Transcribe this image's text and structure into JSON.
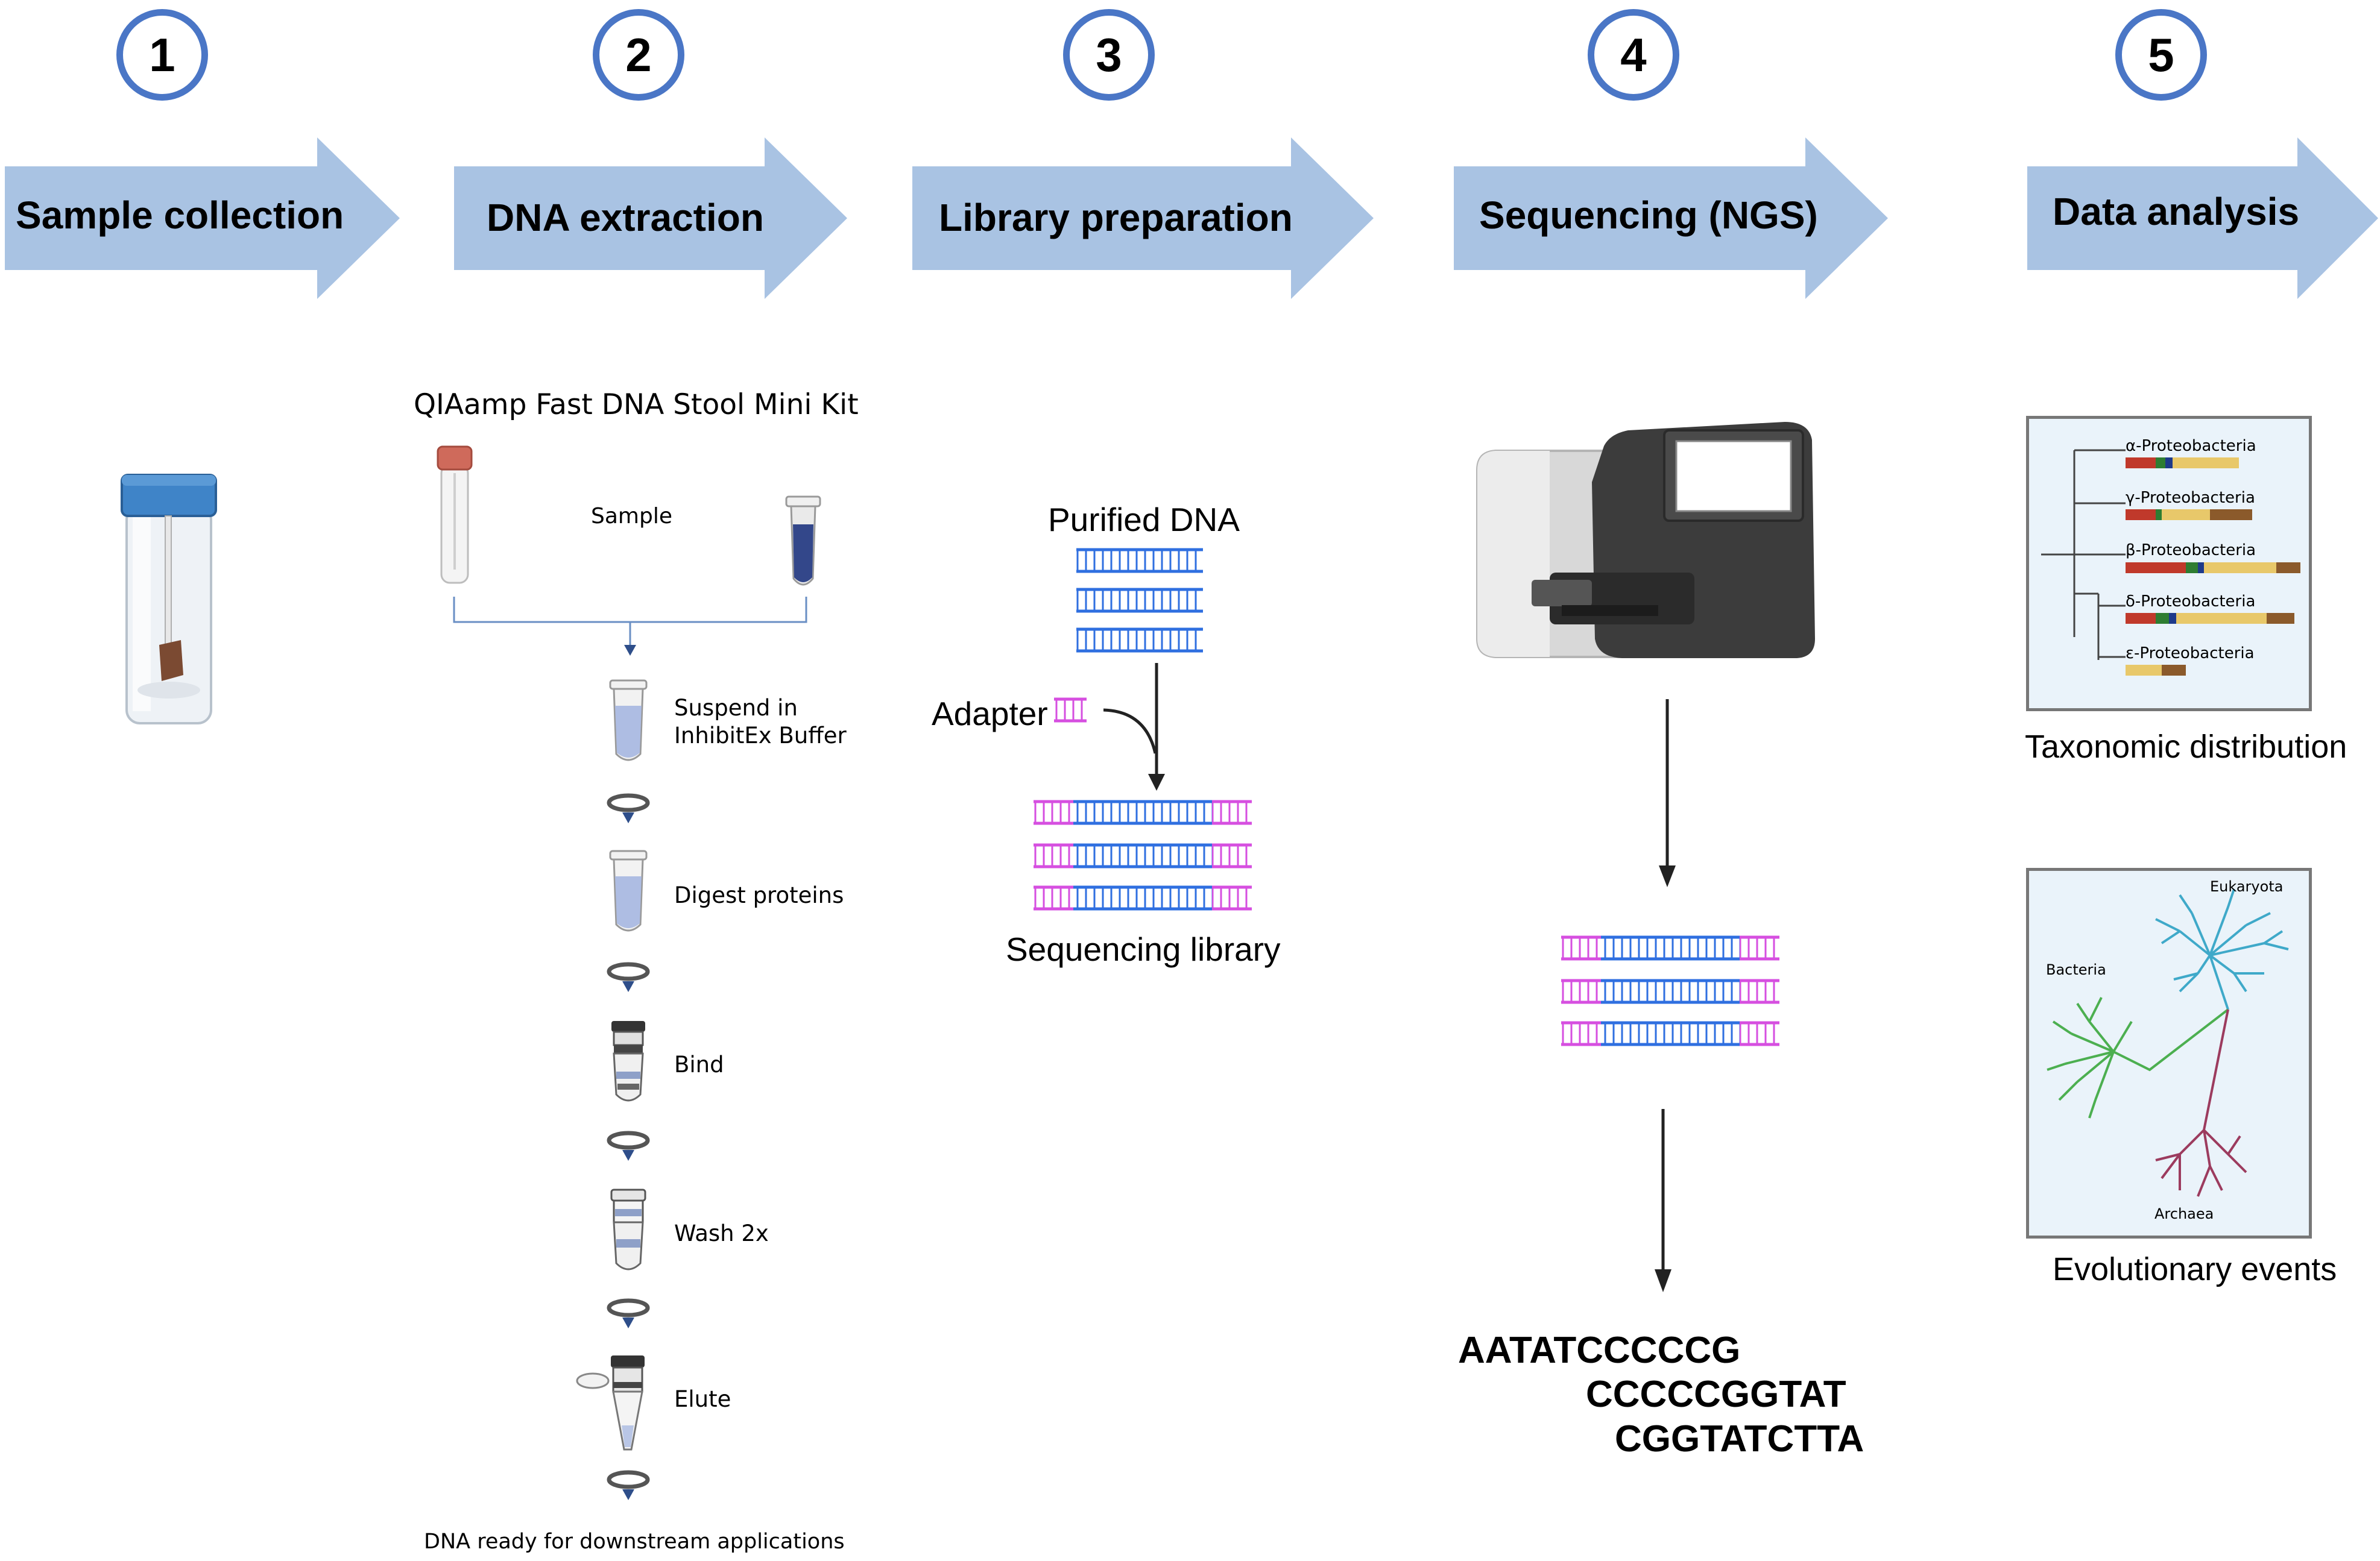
{
  "steps": [
    {
      "number": "1",
      "label": "Sample collection"
    },
    {
      "number": "2",
      "label": "DNA extraction"
    },
    {
      "number": "3",
      "label": "Library preparation"
    },
    {
      "number": "4",
      "label": "Sequencing (NGS)"
    },
    {
      "number": "5",
      "label": "Data analysis"
    }
  ],
  "extraction": {
    "kit_name": "QIAamp Fast DNA Stool Mini Kit",
    "sample_label": "Sample",
    "substeps": [
      "Suspend in\nInhibitEx Buffer",
      "Digest proteins",
      "Bind",
      "Wash 2x",
      "Elute"
    ],
    "final_label": "DNA ready for downstream applications"
  },
  "library": {
    "purified_label": "Purified DNA",
    "adapter_label": "Adapter",
    "library_label": "Sequencing library"
  },
  "sequencing": {
    "reads": [
      "AATATCCCCCG",
      "CCCCCGGTAT",
      "CGGTATCTTA"
    ]
  },
  "analysis": {
    "taxonomy_caption": "Taxonomic distribution",
    "taxa": [
      "α-Proteobacteria",
      "γ-Proteobacteria",
      "β-Proteobacteria",
      "δ-Proteobacteria",
      "ε-Proteobacteria"
    ],
    "evolution_caption": "Evolutionary events",
    "tree_labels": [
      "Eukaryota",
      "Bacteria",
      "Archaea"
    ]
  },
  "colors": {
    "arrow_fill": "#a9c3e3",
    "circle_border": "#4a76c6",
    "dna_blue": "#2f6fe0",
    "adapter_magenta": "#d64fe0"
  }
}
